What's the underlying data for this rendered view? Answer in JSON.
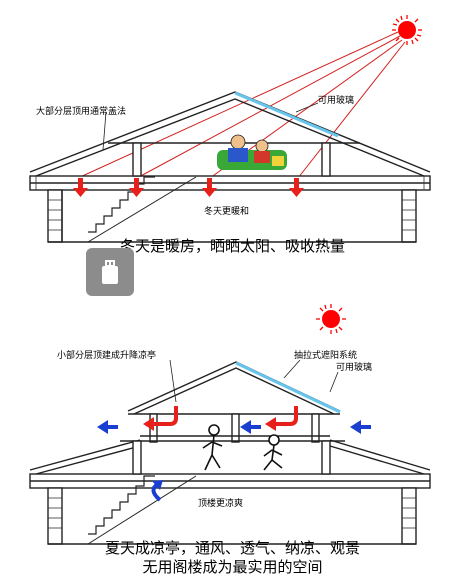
{
  "colors": {
    "sun": "#ff0000",
    "arrow_red": "#e8201b",
    "arrow_blue": "#1a3fd0",
    "glass": "#67c4ea",
    "line": "#222222"
  },
  "top": {
    "label_roof": "大部分层顶用通常盖法",
    "label_glass": "可用玻璃",
    "label_inside": "冬天更暖和",
    "caption": "冬天是暖房，晒晒太阳、吸收热量"
  },
  "bottom": {
    "label_pavilion": "小部分层顶建成升降凉亭",
    "label_system": "抽拉式遮阳系统",
    "label_glass": "可用玻璃",
    "label_inside": "顶楼更凉爽",
    "caption_line1": "夏天成凉亭，通风、透气、纳凉、观景",
    "caption_line2": "无用阁楼成为最实用的空间"
  },
  "icons": {
    "badge": "usb-drive-icon",
    "sun": "sun-icon",
    "people": "people-icon"
  }
}
